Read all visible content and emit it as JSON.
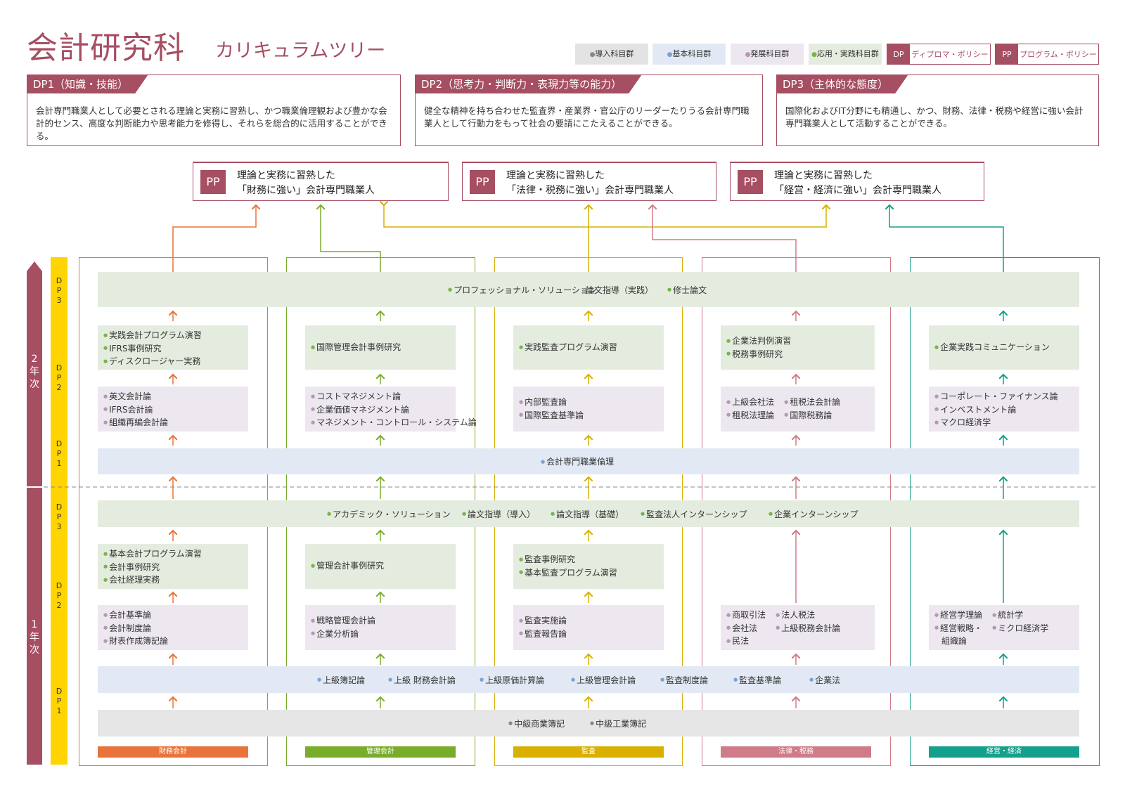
{
  "title": {
    "main": "会計研究科",
    "sub": "カリキュラムツリー"
  },
  "legend": [
    {
      "label": "導入科目群",
      "color": "#e3e3e3",
      "dot": "#888888"
    },
    {
      "label": "基本科目群",
      "color": "#e3e9f4",
      "dot": "#7da2cf"
    },
    {
      "label": "発展科目群",
      "color": "#ede7ef",
      "dot": "#b498b4"
    },
    {
      "label": "応用・実践科目群",
      "color": "#e4ecdf",
      "dot": "#7bb349"
    }
  ],
  "legend_dp": {
    "tag": "DP",
    "label": "ディプロマ・ポリシー"
  },
  "legend_pp": {
    "tag": "PP",
    "label": "プログラム・ポリシー"
  },
  "dp_boxes": [
    {
      "title": "DP1（知識・技能）",
      "text": "会計専門職業人として必要とされる理論と実務に習熟し、かつ職業倫理観および豊かな会計的センス、高度な判断能力や思考能力を修得し、それらを総合的に活用することができる。"
    },
    {
      "title": "DP2（思考力・判断力・表現力等の能力）",
      "text": "健全な精神を持ち合わせた監査界・産業界・官公庁のリーダーたりうる会計専門職業人として行動力をもって社会の要請にこたえることができる。"
    },
    {
      "title": "DP3（主体的な態度）",
      "text": "国際化およびIT分野にも精通し、かつ、財務、法律・税務や経営に強い会計専門職業人として活動することができる。"
    }
  ],
  "pp_boxes": [
    {
      "badge": "PP",
      "line1": "理論と実務に習熟した",
      "line2": "「財務に強い」会計専門職業人"
    },
    {
      "badge": "PP",
      "line1": "理論と実務に習熟した",
      "line2": "「法律・税務に強い」会計専門職業人"
    },
    {
      "badge": "PP",
      "line1": "理論と実務に習熟した",
      "line2": "「経営・経済に強い」会計専門職業人"
    }
  ],
  "year_labels": {
    "y2": [
      "2",
      "年",
      "次"
    ],
    "y1": [
      "1",
      "年",
      "次"
    ]
  },
  "dp_strip_labels": {
    "dp3": [
      "D",
      "P",
      "3"
    ],
    "dp2": [
      "D",
      "P",
      "2"
    ],
    "dp1": [
      "D",
      "P",
      "1"
    ]
  },
  "columns": [
    {
      "name": "財務会計",
      "color": "#e8743b"
    },
    {
      "name": "管理会計",
      "color": "#7aac2c"
    },
    {
      "name": "監査",
      "color": "#d9b000"
    },
    {
      "name": "法律・税務",
      "color": "#d07c88"
    },
    {
      "name": "経営・経済",
      "color": "#14a08c"
    }
  ],
  "bands": {
    "y2_dp3": [
      "プロフェッショナル・ソリューション",
      "論文指導（実践）",
      "修士論文"
    ],
    "y2_dp1": [
      "会計専門職業倫理"
    ],
    "y1_dp3": [
      "アカデミック・ソリューション",
      "論文指導（導入）",
      "論文指導（基礎）",
      "監査法人インターンシップ",
      "企業インターンシップ"
    ],
    "y1_dp1_blue": [
      "上級簿記論",
      "上級 財務会計論",
      "上級原価計算論",
      "上級管理会計論",
      "監査制度論",
      "監査基準論",
      "企業法"
    ],
    "y1_dp1_gray": [
      "中級商業簿記",
      "中級工業簿記"
    ]
  },
  "y2_green": [
    [
      "実践会計プログラム演習",
      "IFRS事例研究",
      "ディスクロージャー実務"
    ],
    [
      "国際管理会計事例研究"
    ],
    [
      "実践監査プログラム演習"
    ],
    [
      "企業法判例演習",
      "税務事例研究"
    ],
    [
      "企業実践コミュニケーション"
    ]
  ],
  "y2_purple": [
    [
      "英文会計論",
      "IFRS会計論",
      "組織再編会計論"
    ],
    [
      "コストマネジメント論",
      "企業価値マネジメント論",
      "マネジメント・コントロール・システム論"
    ],
    [
      "内部監査論",
      "国際監査基準論"
    ],
    {
      "left": [
        "上級会社法",
        "租税法理論"
      ],
      "right": [
        "租税法会計論",
        "国際税務論"
      ]
    },
    [
      "コーポレート・ファイナンス論",
      "インベストメント論",
      "マクロ経済学"
    ]
  ],
  "y1_green": [
    [
      "基本会計プログラム演習",
      "会計事例研究",
      "会社経理実務"
    ],
    [
      "管理会計事例研究"
    ],
    [
      "監査事例研究",
      "基本監査プログラム演習"
    ]
  ],
  "y1_purple": [
    [
      "会計基準論",
      "会計制度論",
      "財表作成簿記論"
    ],
    [
      "戦略管理会計論",
      "企業分析論"
    ],
    [
      "監査実施論",
      "監査報告論"
    ],
    {
      "left": [
        "商取引法",
        "会社法",
        "民法"
      ],
      "right": [
        "法人税法",
        "上級税務会計論"
      ]
    },
    {
      "left": [
        "経営学理論",
        "経営戦略・",
        "組織論"
      ],
      "right": [
        "統計学",
        "ミクロ経済学"
      ]
    }
  ]
}
